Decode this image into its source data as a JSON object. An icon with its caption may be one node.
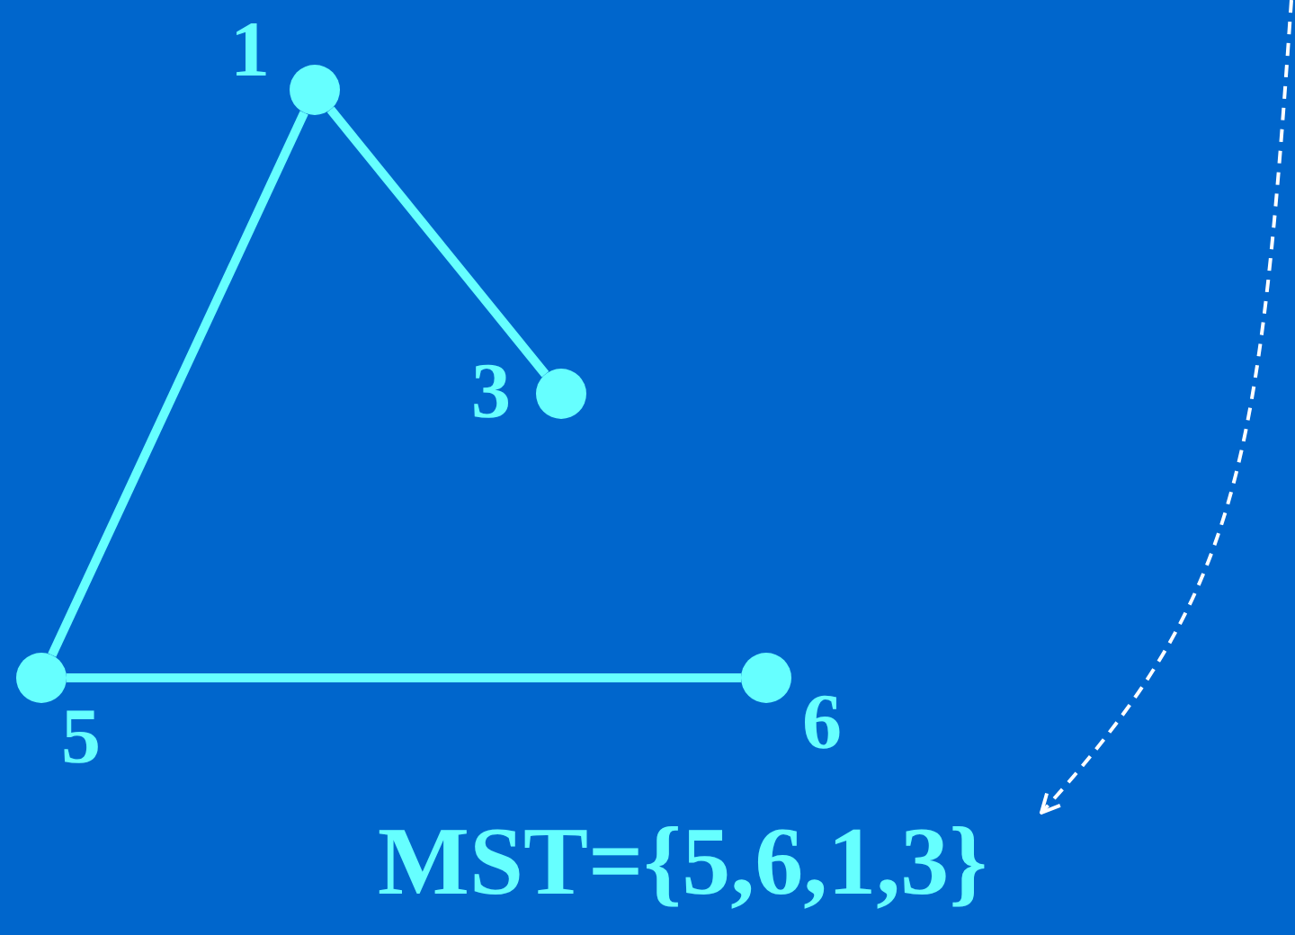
{
  "diagram": {
    "nodes": [
      {
        "text": [],
        "shape": "circle",
        "beside": [
          "1"
        ]
      },
      {
        "text": [],
        "shape": "circle",
        "beside": [
          "3"
        ]
      },
      {
        "text": [],
        "shape": "circle",
        "beside": [
          "5"
        ]
      },
      {
        "text": [],
        "shape": "circle",
        "beside": [
          "6"
        ]
      },
      {
        "text": [
          "MST={5,6,1,3}"
        ]
      }
    ],
    "edges": [
      {
        "from": 0,
        "to": 1,
        "arrow": "none"
      },
      {
        "from": 0,
        "to": 2,
        "arrow": "none"
      },
      {
        "from": 2,
        "to": 3,
        "arrow": "none"
      },
      {
        "from": null,
        "to": 4,
        "arrow": "to",
        "style": "dashed",
        "color": "#ffffff"
      }
    ]
  }
}
